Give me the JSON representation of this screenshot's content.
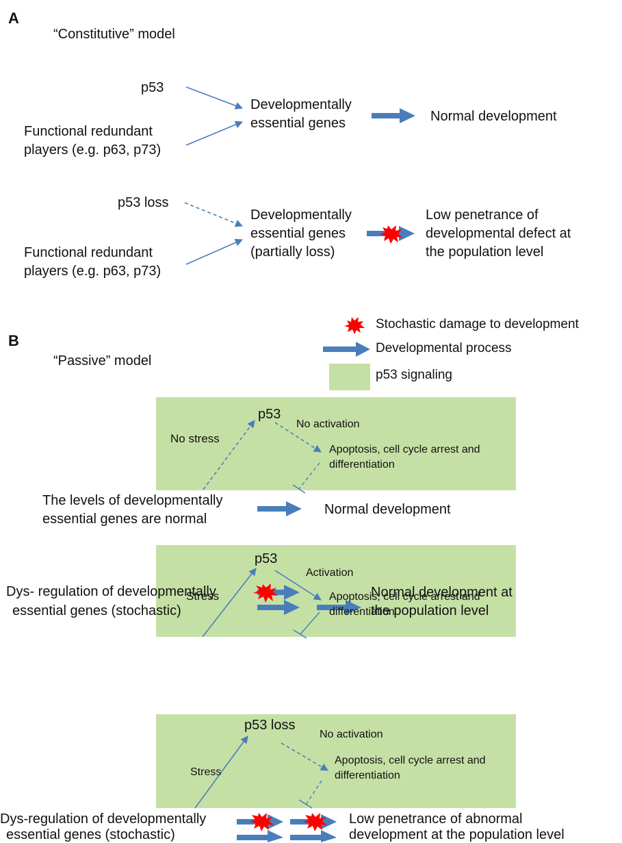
{
  "colors": {
    "arrow": "#4a7ebb",
    "signaling_box": "#c5e0a5",
    "damage_burst": "#ff0000"
  },
  "panel_a": {
    "label": "A",
    "title": "“Constitutive” model",
    "row1": {
      "p53": "p53",
      "redundant_1": "Functional redundant",
      "redundant_2": "players (e.g. p63, p73)",
      "genes_1": "Developmentally",
      "genes_2": "essential genes",
      "outcome": "Normal development"
    },
    "row2": {
      "p53": "p53 loss",
      "redundant_1": "Functional redundant",
      "redundant_2": "players (e.g. p63, p73)",
      "genes_1": "Developmentally",
      "genes_2": "essential genes",
      "genes_3": "(partially loss)",
      "outcome_1": "Low penetrance of",
      "outcome_2": "developmental defect at",
      "outcome_3": "the population level"
    }
  },
  "legend": {
    "damage": "Stochastic damage to development",
    "process": "Developmental process",
    "signaling": "p53 signaling"
  },
  "panel_b": {
    "label": "B",
    "title": "“Passive” model",
    "s1": {
      "p53": "p53",
      "input": "No stress",
      "activation": "No activation",
      "effect_1": "Apoptosis, cell cycle arrest and",
      "effect_2": "differentiation",
      "genes_1": "The levels of developmentally",
      "genes_2": "essential genes are normal",
      "outcome": "Normal development"
    },
    "s2": {
      "p53": "p53",
      "input": "Stress",
      "activation": "Activation",
      "effect_1": "Apoptosis, cell cycle arrest and",
      "effect_2": "differentiation",
      "genes_1": "Dys- regulation of developmentally",
      "genes_2": "essential genes (stochastic)",
      "outcome_1": "Normal development at",
      "outcome_2": "the population level"
    },
    "s3": {
      "p53": "p53 loss",
      "input": "Stress",
      "activation": "No activation",
      "effect_1": "Apoptosis, cell cycle arrest and",
      "effect_2": "differentiation",
      "genes_1": "Dys-regulation of developmentally",
      "genes_2": "essential genes (stochastic)",
      "outcome_1": "Low penetrance of abnormal",
      "outcome_2": "development at the population level"
    }
  }
}
